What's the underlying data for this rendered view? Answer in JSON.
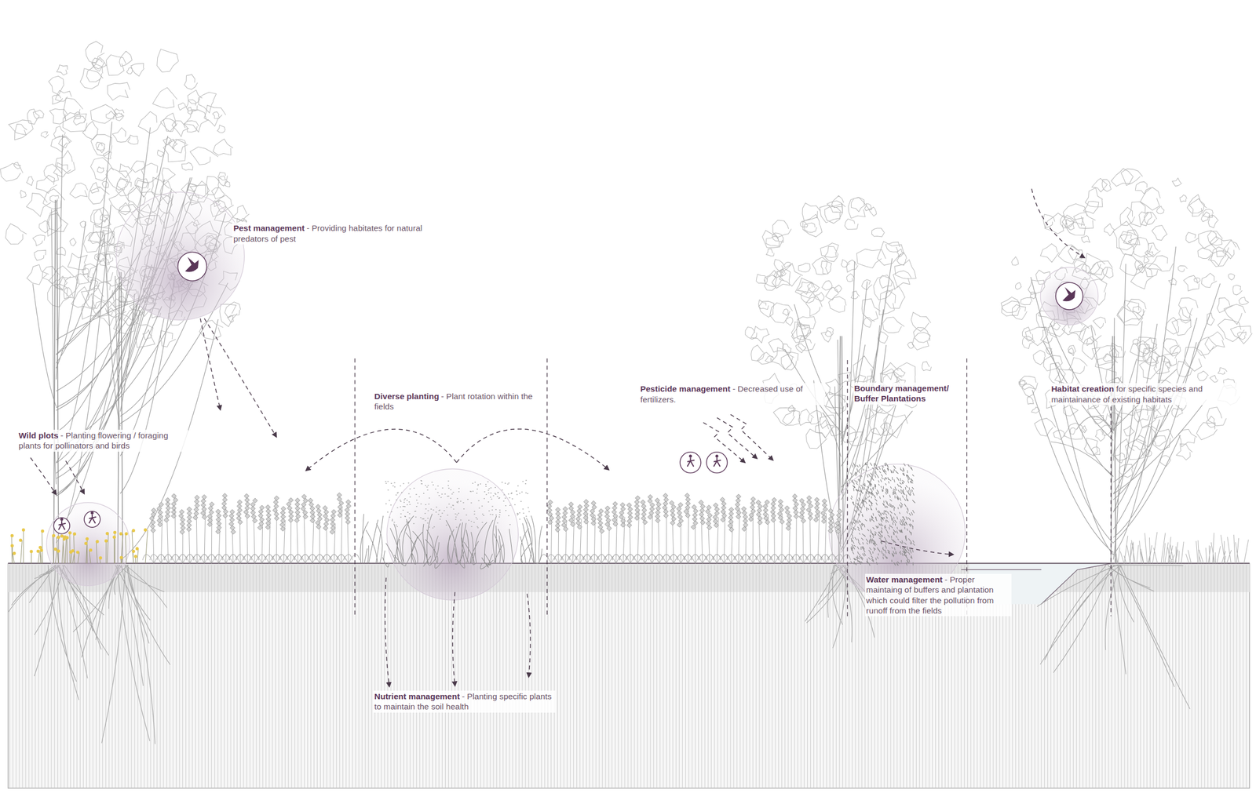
{
  "diagram": {
    "labels": [
      "Pest management",
      "- Providing habitates for natural predators of pest",
      "Wild plots",
      "- Planting flowering / foraging plants for pollinators and birds",
      "Diverse planting",
      "- Plant rotation within the fields",
      "Pesticide management",
      "- Decreased use of fertilizers.",
      "Boundary management/ Buffer Plantations",
      "Water management",
      "- Proper maintaing of buffers and plantation which could filter the pollution from runoff from the fields",
      "Habitat creation",
      "for specific species and maintainance of existing habitats",
      "Nutrient management",
      "- Planting specific plants to maintain the soil health"
    ]
  }
}
